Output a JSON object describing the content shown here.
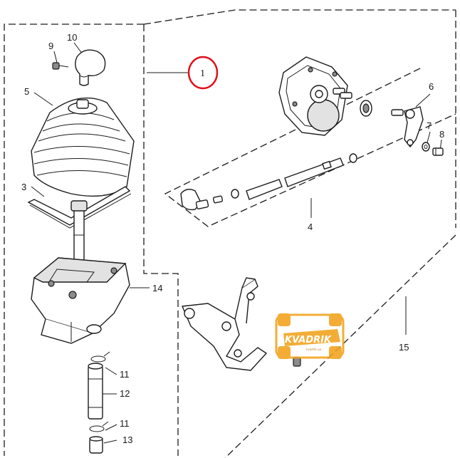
{
  "diagram": {
    "callouts": [
      {
        "id": "1",
        "highlighted": true
      },
      {
        "id": "3"
      },
      {
        "id": "4"
      },
      {
        "id": "5"
      },
      {
        "id": "6"
      },
      {
        "id": "7"
      },
      {
        "id": "8"
      },
      {
        "id": "9"
      },
      {
        "id": "10"
      },
      {
        "id": "11a",
        "text": "11"
      },
      {
        "id": "11b",
        "text": "11"
      },
      {
        "id": "12"
      },
      {
        "id": "13"
      },
      {
        "id": "14"
      },
      {
        "id": "15"
      }
    ],
    "highlight_color": "#e0101a",
    "line_color": "#1c1c1c"
  },
  "watermark": {
    "text": "KVADRIK",
    "subtext": "kvadrik.ua",
    "color": "#f2a21b"
  }
}
